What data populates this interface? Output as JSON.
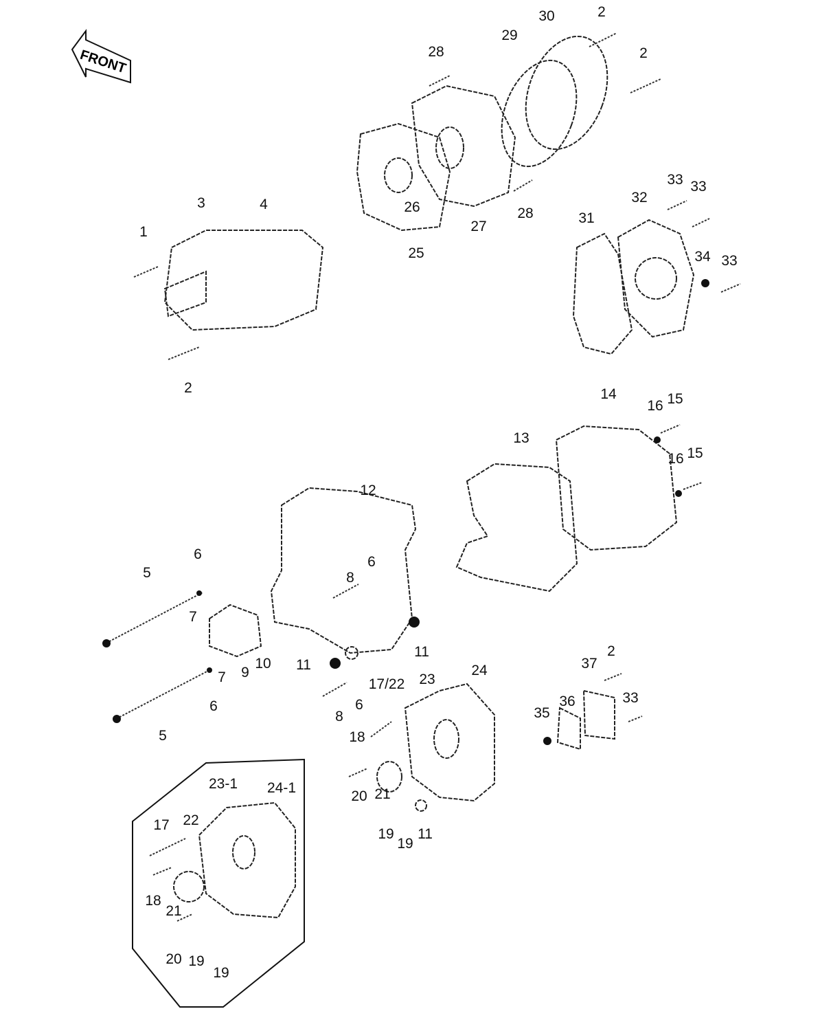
{
  "diagram": {
    "front_logo": "FRONT",
    "labels": [
      "28",
      "29",
      "30",
      "2",
      "2",
      "3",
      "4",
      "1",
      "26",
      "27",
      "28",
      "25",
      "33",
      "33",
      "32",
      "31",
      "34",
      "33",
      "2",
      "14",
      "16",
      "15",
      "13",
      "16",
      "15",
      "12",
      "6",
      "5",
      "6",
      "8",
      "7",
      "9",
      "10",
      "11",
      "11",
      "7",
      "6",
      "5",
      "8",
      "6",
      "17/22",
      "23",
      "24",
      "37",
      "2",
      "36",
      "33",
      "35",
      "18",
      "20",
      "21",
      "19",
      "19",
      "11",
      "23-1",
      "24-1",
      "17",
      "22",
      "18",
      "21",
      "20",
      "19",
      "19"
    ]
  }
}
